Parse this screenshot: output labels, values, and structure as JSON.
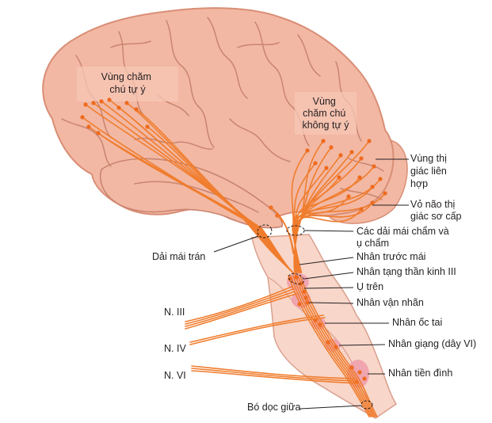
{
  "colors": {
    "brain_fill": "#f2b8a3",
    "brain_stroke": "#d98e76",
    "brain_gyrus": "#c98470",
    "stem_fill": "#f8d6c9",
    "stem_stroke": "#d9a08d",
    "fiber": "#f07d2e",
    "fiber_dot": "#ee6a1e",
    "nucleus": "#ee9eab",
    "label_box": "#f7c7b6",
    "leader": "#231f20"
  },
  "labels": {
    "voluntary_area": [
      "Vùng chăm",
      "chú tự ý"
    ],
    "involuntary_area": [
      "Vùng",
      "chăm chú",
      "không tự ý"
    ],
    "visual_assoc": [
      "Vùng thị",
      "giác liên",
      "hợp"
    ],
    "primary_visual": [
      "Vỏ não thị",
      "giác sơ cấp"
    ],
    "occipital_tracts": [
      "Các dải mái chẩm và",
      "ụ chẩm"
    ],
    "frontal_tract": "Dải mái trán",
    "pretectal": "Nhân trước mái",
    "accessory_n3": "Nhân tạng thần kinh III",
    "superior_colliculus": "Ụ trên",
    "oculomotor_nucleus": "Nhân vận nhãn",
    "cochlear_nucleus": "Nhân ốc tai",
    "abducens_nucleus": "Nhân giạng (dây VI)",
    "vestibular_nucleus": "Nhân tiền đình",
    "mlf": "Bó dọc giữa",
    "n3": "N. III",
    "n4": "N. IV",
    "n6": "N. VI"
  }
}
